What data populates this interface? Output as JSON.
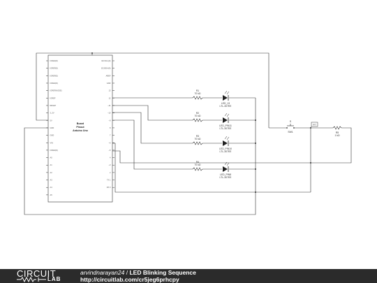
{
  "board": {
    "title_line1": "Board",
    "title_line2": "Pinout",
    "title_line3": "Arduino Uno",
    "left_pins": [
      "IOREF(D)",
      "IOREF(D)",
      "IOREF(D)",
      "IOREF(D)",
      "IOREF(NODE)",
      "IOREF",
      "RESET",
      "3_3V",
      "5V",
      "GND",
      "GND",
      "VIN",
      "IOREF(D)",
      "A0",
      "A1",
      "A2",
      "A3",
      "A4",
      "A5"
    ],
    "right_pins": [
      "I2C/SCL(D)",
      "I2C/SDA(D)",
      "AREF",
      "GND",
      "13",
      "12",
      "~11",
      "~10",
      "~9",
      "8",
      "7",
      "~6",
      "~5",
      "4",
      "~3",
      "2",
      "TX 1",
      "RX 0"
    ]
  },
  "rows": [
    {
      "res_ref": "R1",
      "res_val": "70 kΩ",
      "led_ref": "LED_13",
      "led_part": "LTL-307EE"
    },
    {
      "res_ref": "R2",
      "res_val": "70 kΩ",
      "led_ref": "LED_PIN11",
      "led_part": "LTL-307EE"
    },
    {
      "res_ref": "R3",
      "res_val": "70 kΩ",
      "led_ref": "LED_PIN10",
      "led_part": "LTL-307EE"
    },
    {
      "res_ref": "R4",
      "res_val": "70 kΩ",
      "led_ref": "LED_PIN8",
      "led_part": "LTL-307EE"
    }
  ],
  "switch": {
    "top_label": "S",
    "ref": "SW1"
  },
  "probe_label": "PRT",
  "r5": {
    "ref": "R5",
    "value": "1 kΩ"
  },
  "footer": {
    "logo_top": "CIRCUIT",
    "logo_bottom": "LAB",
    "author": "arvindnarayan24",
    "separator": "/",
    "title": "LED Blinking Sequence",
    "url": "http://circuitlab.com/cr5jeg6prhcpy"
  }
}
